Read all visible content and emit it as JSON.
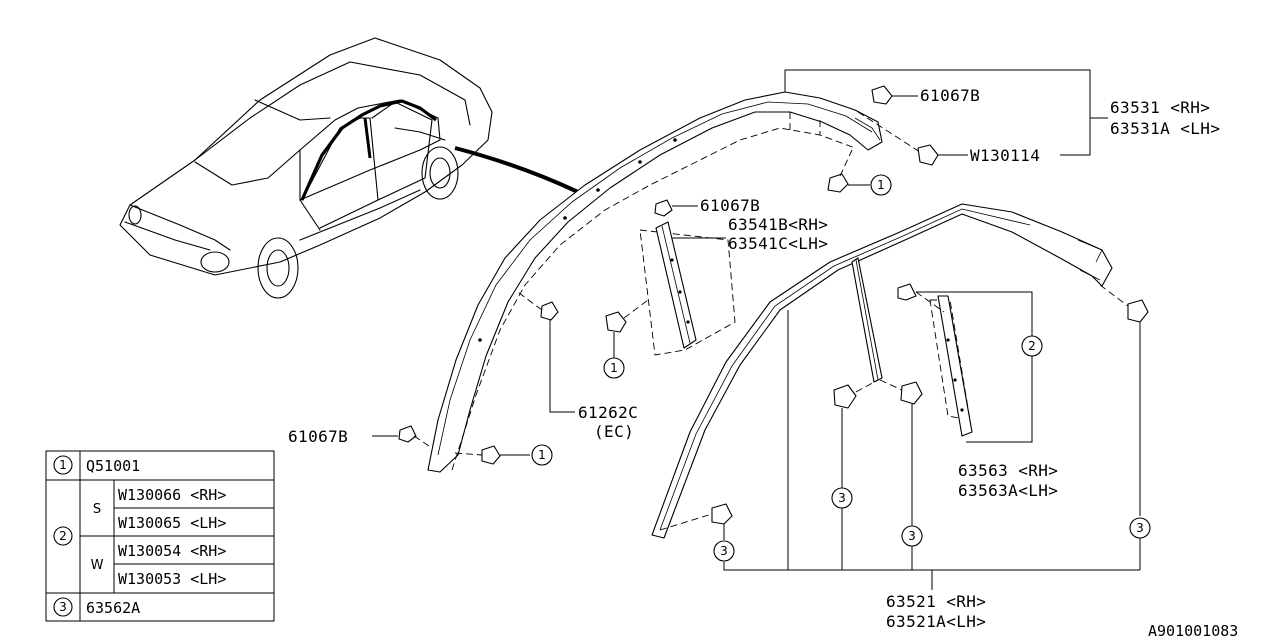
{
  "callouts": {
    "clip_top": "61067B",
    "clip_mid": "61067B",
    "clip_left": "61067B",
    "molding_front": "63531  <RH>",
    "molding_front_lh": "63531A <LH>",
    "screw": "W130114",
    "pillar_rh": "63541B<RH>",
    "pillar_lh": "63541C<LH>",
    "grommet": "61262C",
    "grommet_note": "(EC)",
    "trim_rh": "63563  <RH>",
    "trim_lh": "63563A<LH>",
    "weather_rh": "63521  <RH>",
    "weather_lh": "63521A<LH>"
  },
  "circle_refs": {
    "one": "1",
    "two": "2",
    "three": "3"
  },
  "legend": {
    "row1_id": "1",
    "row1_part": "Q51001",
    "row2_id": "2",
    "s_label": "S",
    "w_label": "W",
    "s_rh": "W130066 <RH>",
    "s_lh": "W130065 <LH>",
    "w_rh": "W130054 <RH>",
    "w_lh": "W130053 <LH>",
    "row3_id": "3",
    "row3_part": "63562A"
  },
  "diagram_ref": "A901001083"
}
